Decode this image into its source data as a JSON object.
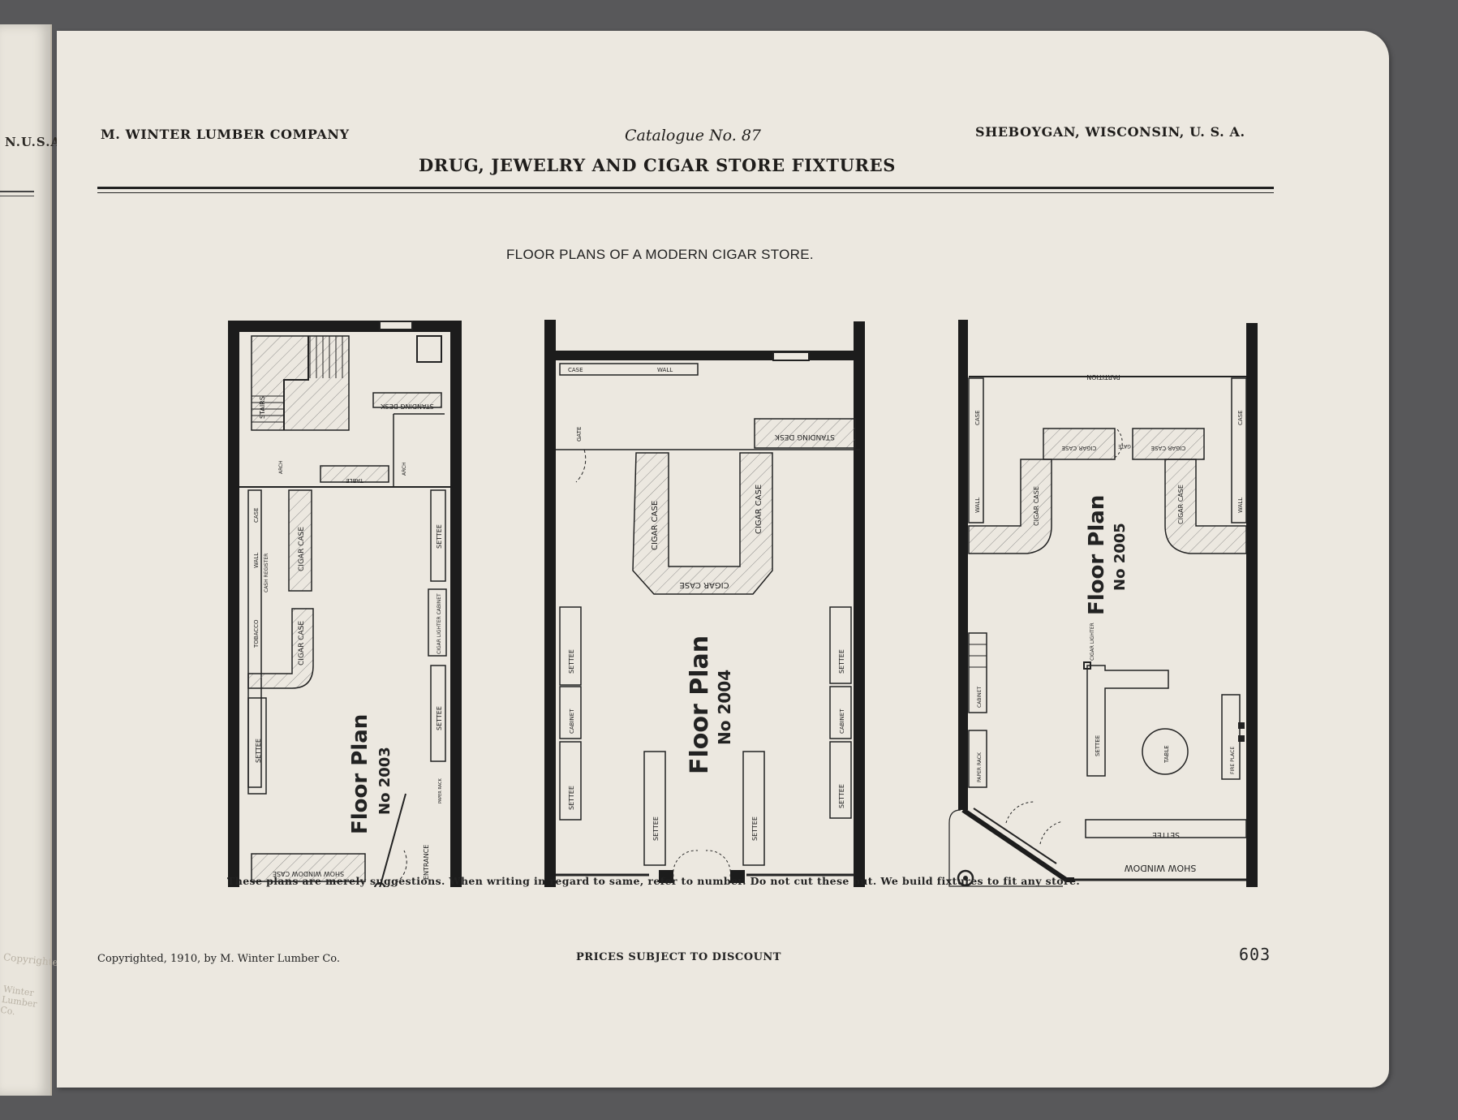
{
  "left_page": {
    "fragment_top": "N.U.S.A.",
    "fragment_copyright": "Copyrighted",
    "fragment_company": "Winter Lumber Co."
  },
  "header": {
    "company": "M. WINTER LUMBER COMPANY",
    "catalogue": "Catalogue No. 87",
    "location": "SHEBOYGAN, WISCONSIN, U. S. A.",
    "title": "DRUG, JEWELRY AND CIGAR STORE FIXTURES"
  },
  "plans_title": "FLOOR PLANS OF A MODERN CIGAR STORE.",
  "plans": [
    {
      "name": "Floor Plan",
      "number": "No 2003",
      "labels": {
        "stairs": "STAIRS",
        "standing_desk": "STANDING DESK",
        "arch_left": "ARCH",
        "arch_right": "ARCH",
        "table": "TABLE",
        "case": "CASE",
        "wall": "WALL",
        "cash_register": "CASH REGISTER",
        "cigar_case_1": "CIGAR CASE",
        "cigar_case_2": "CIGAR CASE",
        "tobacco": "TOBACCO",
        "settee_left": "SETTEE",
        "settee_right_top": "SETTEE",
        "cigar_lighter_cabinet": "CIGAR LIGHTER CABINET",
        "settee_right_mid": "SETTEE",
        "paper_rack": "PAPER RACK",
        "entrance": "ENTRANCE",
        "show_window_case": "SHOW WINDOW CASE"
      }
    },
    {
      "name": "Floor Plan",
      "number": "No 2004",
      "labels": {
        "case": "CASE",
        "wall": "WALL",
        "gate": "GATE",
        "standing_desk": "STANDING DESK",
        "cigar_case_left": "CIGAR CASE",
        "cigar_case_right": "CIGAR CASE",
        "cigar_case_bottom": "CIGAR CASE",
        "settee_1": "SETTEE",
        "cabinet_1": "CABINET",
        "settee_2": "SETTEE",
        "settee_3": "SETTEE",
        "settee_4": "SETTEE",
        "cabinet_2": "CABINET",
        "settee_5": "SETTEE",
        "settee_6": "SETTEE"
      }
    },
    {
      "name": "Floor Plan",
      "number": "No 2005",
      "labels": {
        "partition": "PARTITION",
        "case_left": "CASE",
        "case_right": "CASE",
        "cigar_case_top_left": "CIGAR CASE",
        "gate": "GATE",
        "cigar_case_top_right": "CIGAR CASE",
        "wall_left": "WALL",
        "wall_right": "WALL",
        "cigar_case_left": "CIGAR CASE",
        "cigar_case_right": "CIGAR CASE",
        "cigar_lighter": "CIGAR LIGHTER",
        "cabinet": "CABINET",
        "settee_mid": "SETTEE",
        "table": "TABLE",
        "paper_rack": "PAPER RACK",
        "fire_place": "FIRE PLACE",
        "settee_bottom": "SETTEE",
        "show_window": "SHOW WINDOW"
      }
    }
  ],
  "note": "These plans are merely suggestions. When writing in regard to same, refer to number. Do not cut these out. We build fixtures to fit any store.",
  "footer": {
    "copyright": "Copyrighted, 1910, by M. Winter Lumber Co.",
    "prices": "PRICES SUBJECT TO DISCOUNT",
    "page_number": "603"
  },
  "colors": {
    "paper": "#ece8e0",
    "ink": "#222222",
    "background": "#58585a"
  }
}
